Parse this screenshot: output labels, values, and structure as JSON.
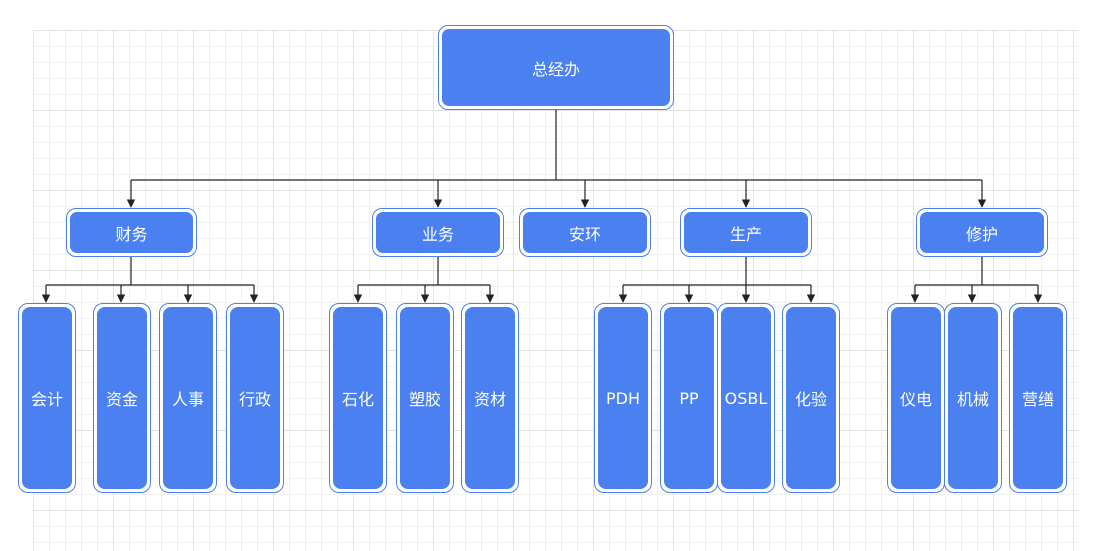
{
  "diagram": {
    "colors": {
      "node_fill": "#4a80f0",
      "node_text": "#ffffff",
      "connector": "#222222"
    },
    "root": {
      "label": "总经办"
    },
    "departments": [
      {
        "label": "财务",
        "children": [
          "会计",
          "资金",
          "人事",
          "行政"
        ]
      },
      {
        "label": "业务",
        "children": [
          "石化",
          "塑胶",
          "资材"
        ]
      },
      {
        "label": "安环",
        "children": []
      },
      {
        "label": "生产",
        "children": [
          "PDH",
          "PP",
          "OSBL",
          "化验"
        ]
      },
      {
        "label": "修护",
        "children": [
          "仪电",
          "机械",
          "营缮"
        ]
      }
    ]
  }
}
